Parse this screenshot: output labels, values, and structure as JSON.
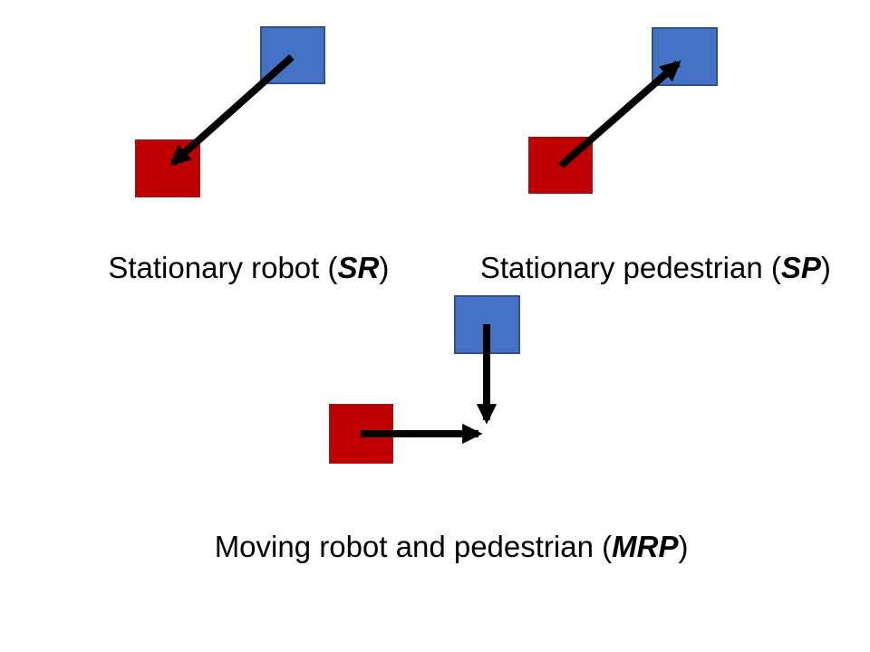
{
  "slide": {
    "background": "#FFFFFF"
  },
  "colors": {
    "blue_square_fill": "#4472C4",
    "blue_square_border": "#2F528F",
    "red_square_fill": "#C00000",
    "red_square_border": "#A50E0E",
    "arrow": "#000000",
    "caption_text": "#000000"
  },
  "panels": [
    {
      "id": "SR",
      "caption_prefix": "Stationary robot (",
      "caption_abbr": "SR",
      "caption_suffix": ")",
      "arrow_description": "arrow from blue square pointing down-left into red square"
    },
    {
      "id": "SP",
      "caption_prefix": "Stationary pedestrian (",
      "caption_abbr": "SP",
      "caption_suffix": ")",
      "arrow_description": "arrow from red square pointing up-right into blue square"
    },
    {
      "id": "MRP",
      "caption_prefix": "Moving robot and pedestrian (",
      "caption_abbr": "MRP",
      "caption_suffix": ")",
      "arrow_description": "arrow from blue square pointing down and arrow from red square pointing right, converging"
    }
  ]
}
